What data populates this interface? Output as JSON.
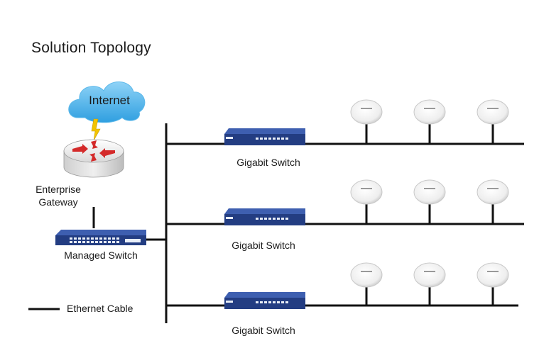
{
  "title": "Solution Topology",
  "nodes": {
    "internet": "Internet",
    "gateway": "Enterprise\nGateway",
    "managed_switch": "Managed Switch",
    "gigabit_switch_1": "Gigabit Switch",
    "gigabit_switch_2": "Gigabit Switch",
    "gigabit_switch_3": "Gigabit Switch"
  },
  "legend": {
    "ethernet": "Ethernet Cable"
  },
  "access_points": {
    "rows": 3,
    "per_row": 3
  },
  "colors": {
    "cloud": "#4fb3ea",
    "switch_body": "#233d82",
    "cable": "#111111",
    "router_arrows": "#d42a2a",
    "lightning": "#f2c400"
  }
}
